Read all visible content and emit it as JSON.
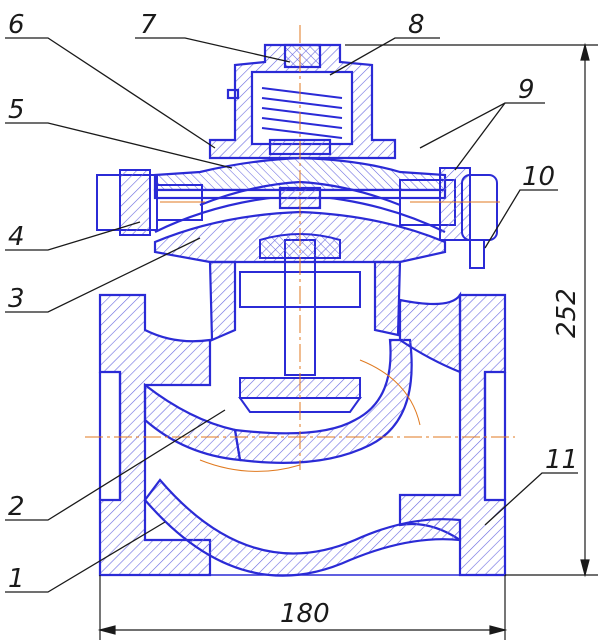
{
  "colors": {
    "outline": "#2b2bd6",
    "hatch": "#6a6ae0",
    "centerline": "#e07a20",
    "leader": "#1a1a1a"
  },
  "callouts": {
    "c1": "1",
    "c2": "2",
    "c3": "3",
    "c4": "4",
    "c5": "5",
    "c6": "6",
    "c7": "7",
    "c8": "8",
    "c9": "9",
    "c10": "10",
    "c11": "11"
  },
  "dimensions": {
    "height": "252",
    "width": "180"
  }
}
